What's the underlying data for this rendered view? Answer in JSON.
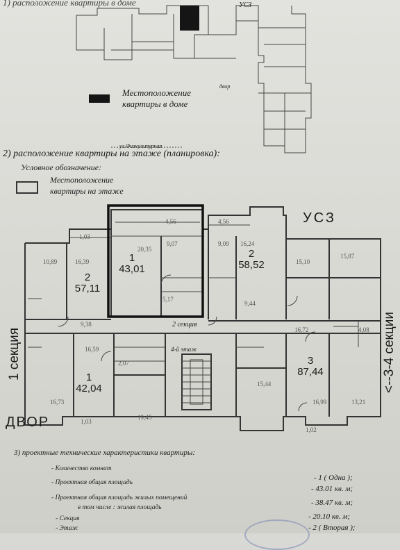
{
  "section1": {
    "title": "1) расположение квартиры в доме",
    "legend_text_1": "Местоположение",
    "legend_text_2": "квартиры в доме",
    "label_usz": "УСЗ",
    "label_dvor": "двор",
    "label_bottom": "ул.Физкультурная"
  },
  "section2": {
    "title": "2) расположение квартиры на этаже (планировка):",
    "legend_title": "Условное обозначение:",
    "legend_text_1": "Местоположение",
    "legend_text_2": "квартиры на этаже",
    "label_usz": "УСЗ",
    "label_dvor": "ДВОР",
    "label_section1": "1 секция",
    "label_section34": "<--3-4 секции",
    "label_section2": "2 секция",
    "label_stairs": "4-й этаж"
  },
  "apartments": [
    {
      "rooms": "1",
      "area": "43,01"
    },
    {
      "rooms": "2",
      "area": "57,11"
    },
    {
      "rooms": "2",
      "area": "58,52"
    },
    {
      "rooms": "1",
      "area": "42,04"
    },
    {
      "rooms": "3",
      "area": "87,44"
    }
  ],
  "room_areas": [
    "10,89",
    "16,39",
    "1,03",
    "4,56",
    "20,35",
    "9,07",
    "4,56",
    "9,09",
    "16,24",
    "15,10",
    "15,87",
    "9,38",
    "5,17",
    "9,44",
    "16,72",
    "4,08",
    "16,59",
    "2,07",
    "15,44",
    "16,73",
    "19,45",
    "16,99",
    "13,21",
    "1,03",
    "1,02"
  ],
  "section3": {
    "title": "3) проектные технические характеристики квартиры:",
    "specs": [
      {
        "label": "- Количество комнат",
        "value": "- 1 ( Одна );"
      },
      {
        "label": "- Проектная общая площадь",
        "value": "- 43.01 кв. м;"
      },
      {
        "label": "- Проектная общая площадь жилых помещений",
        "value": "- 38.47 кв. м;"
      },
      {
        "label": "в том числе : жилая площадь",
        "value": "- 20.10 кв. м;"
      },
      {
        "label": "- Секция",
        "value": "- 2 ( Вторая );"
      },
      {
        "label": "- Этаж",
        "value": ""
      }
    ]
  }
}
